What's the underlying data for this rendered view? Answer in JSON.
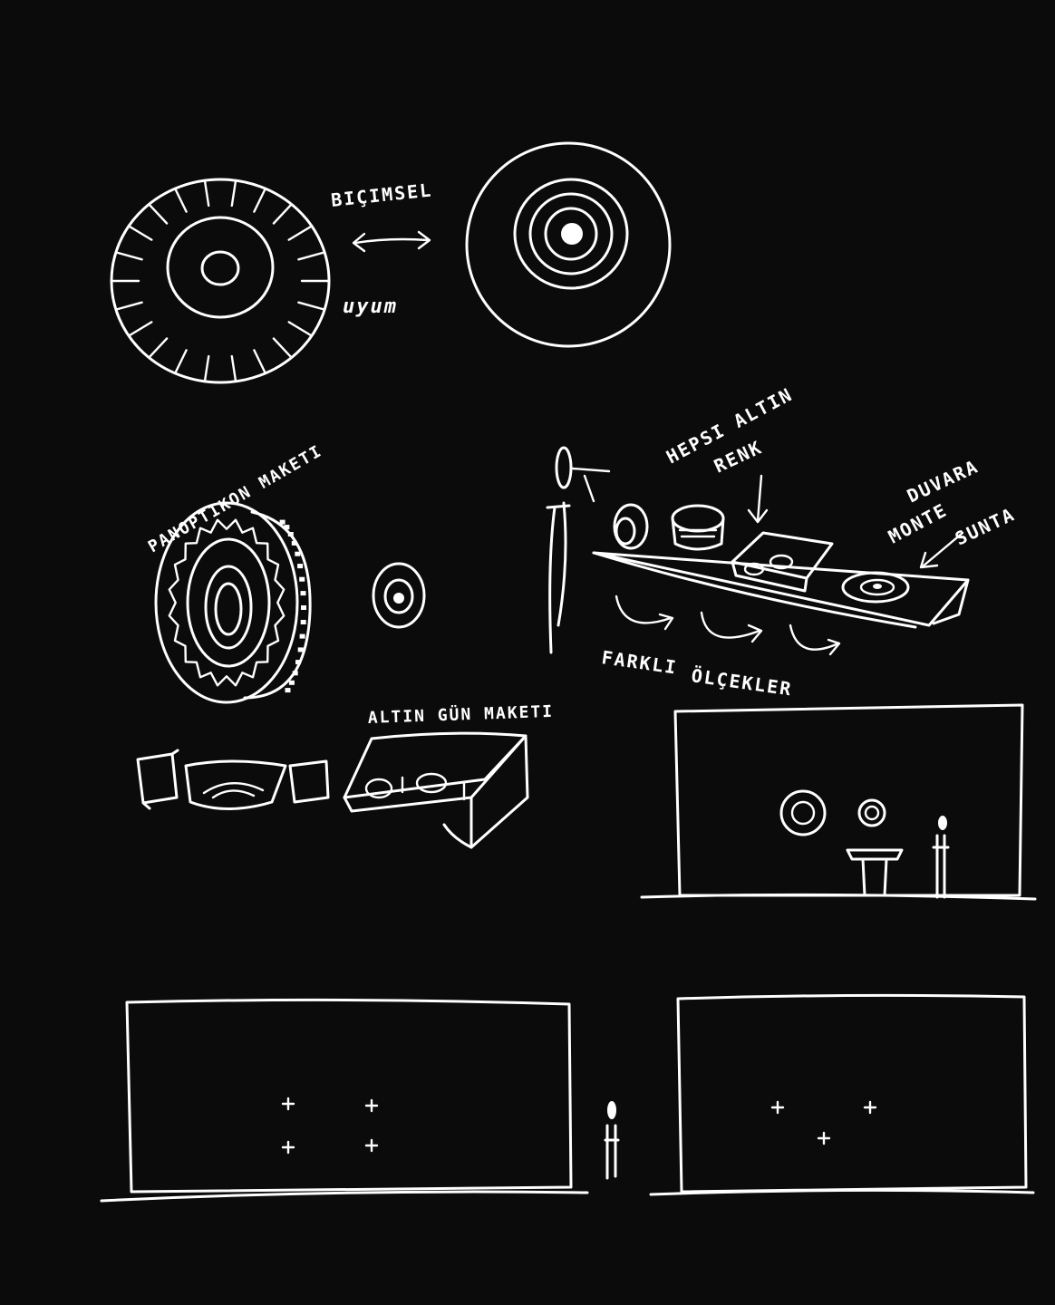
{
  "palette": {
    "paper": "#0b0b0b",
    "ink": "#ffffff"
  },
  "labels": {
    "bicimsel": "BIÇIMSEL",
    "uyum": "uyum",
    "panoptikon": "PANOPTIKON MAKETI",
    "hepsi_altin": "HEPSI ALTIN",
    "renk": "RENK",
    "duvara": "DUVARA",
    "monte": "MONTE",
    "sunta": "SUNTA",
    "farkli": "FARKLI",
    "olcekler": "ÖLÇEKLER",
    "altin_gun": "ALTIN GÜN MAKETI"
  },
  "icons": [
    "double-arrow-icon",
    "down-arrow-icon",
    "curved-arrow-icon",
    "human-figure-icon",
    "plus-mark-icon"
  ]
}
